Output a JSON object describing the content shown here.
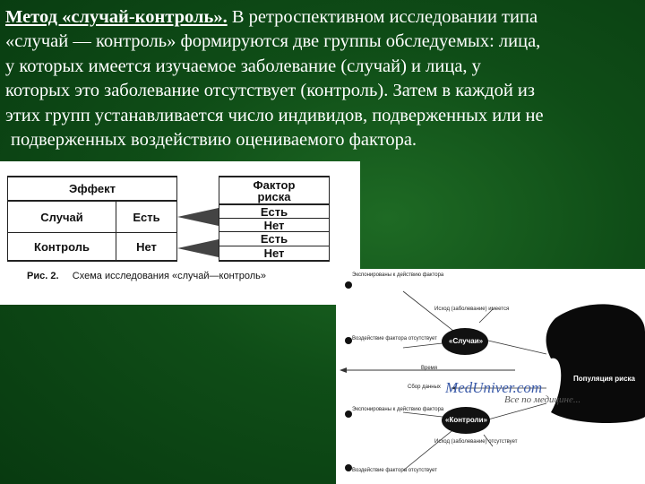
{
  "intro": {
    "lead": "Метод «случай-контроль».",
    "line1_rest": " В ретроспективном исследовании типа",
    "line2": "«случай — контроль» формируются две группы обследуемых: лица,",
    "line3": "у которых имеется изучаемое заболевание (случай) и лица, у",
    "line4": "которых это заболевание отсутствует (контроль). Затем в каждой из",
    "line5": "этих групп устанавливается число индивидов, подверженных или не",
    "line6": "подверженных воздействию оцениваемого фактора."
  },
  "fig1": {
    "effect": "Эффект",
    "case": "Случай",
    "control": "Контроль",
    "case_value": "Есть",
    "control_value": "Нет",
    "factor_header": "Фактор риска",
    "factor_rows": [
      "Есть",
      "Нет",
      "Есть",
      "Нет"
    ],
    "caption_num": "Рис. 2.",
    "caption_text": "Схема исследования «случай—контроль»"
  },
  "fig2": {
    "exposed_top": "Экспонированы к действию фактора",
    "not_exposed_top": "Воздействие фактора отсутствует",
    "outcome_present": "Исход (заболевание) имеется",
    "cases": "«Случаи»",
    "time": "Время",
    "data_collection": "Сбор данных",
    "population": "Популяция риска",
    "exposed_bottom": "Экспонированы к действию фактора",
    "controls": "«Контроли»",
    "outcome_absent": "Исход (заболевание) отсутствует",
    "not_exposed_bottom": "Воздействие фактора отсутствует",
    "watermark": "MedUniver.com",
    "watermark_sub": "Все по медицине..."
  },
  "colors": {
    "background": "#0f4d17",
    "text": "#ffffff",
    "dark": "#111111"
  }
}
